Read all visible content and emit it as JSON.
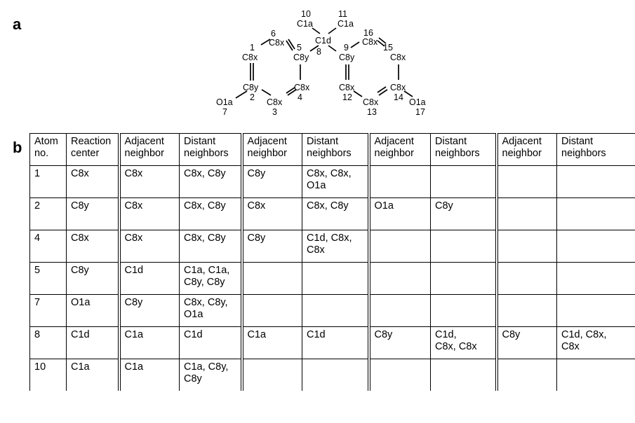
{
  "panels": {
    "a": "a",
    "b": "b"
  },
  "molecule": {
    "labels": {
      "n10": "10",
      "c1a_10": "C1a",
      "n11": "11",
      "c1a_11": "C1a",
      "n6": "6",
      "c8x_6": "C8x",
      "n1": "1",
      "n5": "5",
      "c1d_8": "C1d",
      "n8": "8",
      "n9": "9",
      "n16": "16",
      "c8x_16": "C8x",
      "n15": "15",
      "c8x_1": "C8x",
      "c8y_5": "C8y",
      "c8y_9": "C8y",
      "c8x_15": "C8x",
      "c8y_2": "C8y",
      "c8x_4": "C8x",
      "c8x_12": "C8x",
      "c8x_14": "C8x",
      "o1a_7": "O1a",
      "n2": "2",
      "c8x_3": "C8x",
      "n4": "4",
      "n12": "12",
      "c8x_13": "C8x",
      "n14": "14",
      "o1a_17": "O1a",
      "n7": "7",
      "n3": "3",
      "n13": "13",
      "n17": "17"
    }
  },
  "table": {
    "headers": [
      [
        "Atom",
        "no."
      ],
      [
        "Reaction",
        "center"
      ],
      [
        "Adjacent",
        "neighbor"
      ],
      [
        "Distant",
        "neighbors"
      ],
      [
        "Adjacent",
        "neighbor"
      ],
      [
        "Distant",
        "neighbors"
      ],
      [
        "Adjacent",
        "neighbor"
      ],
      [
        "Distant",
        "neighbors"
      ],
      [
        "Adjacent",
        "neighbor"
      ],
      [
        "Distant",
        "neighbors"
      ]
    ],
    "rows": [
      [
        [
          "1"
        ],
        [
          "C8x"
        ],
        [
          "C8x"
        ],
        [
          "C8x, C8y"
        ],
        [
          "C8y"
        ],
        [
          "C8x, C8x,",
          "O1a"
        ],
        [
          ""
        ],
        [
          ""
        ],
        [
          ""
        ],
        [
          ""
        ]
      ],
      [
        [
          "2"
        ],
        [
          "C8y"
        ],
        [
          "C8x"
        ],
        [
          "C8x, C8y"
        ],
        [
          "C8x"
        ],
        [
          "C8x, C8y"
        ],
        [
          "O1a"
        ],
        [
          "C8y"
        ],
        [
          ""
        ],
        [
          ""
        ]
      ],
      [
        [
          "4"
        ],
        [
          "C8x"
        ],
        [
          "C8x"
        ],
        [
          "C8x, C8y"
        ],
        [
          "C8y"
        ],
        [
          "C1d, C8x,",
          "C8x"
        ],
        [
          ""
        ],
        [
          ""
        ],
        [
          ""
        ],
        [
          ""
        ]
      ],
      [
        [
          "5"
        ],
        [
          "C8y"
        ],
        [
          "C1d"
        ],
        [
          "C1a, C1a,",
          "C8y, C8y"
        ],
        [
          ""
        ],
        [
          ""
        ],
        [
          ""
        ],
        [
          ""
        ],
        [
          ""
        ],
        [
          ""
        ]
      ],
      [
        [
          "7"
        ],
        [
          "O1a"
        ],
        [
          "C8y"
        ],
        [
          "C8x, C8y,",
          "O1a"
        ],
        [
          ""
        ],
        [
          ""
        ],
        [
          ""
        ],
        [
          ""
        ],
        [
          ""
        ],
        [
          ""
        ]
      ],
      [
        [
          "8"
        ],
        [
          "C1d"
        ],
        [
          "C1a"
        ],
        [
          "C1d"
        ],
        [
          "C1a"
        ],
        [
          "C1d"
        ],
        [
          "C8y"
        ],
        [
          "C1d,",
          "C8x, C8x"
        ],
        [
          "C8y"
        ],
        [
          "C1d, C8x,",
          "C8x"
        ]
      ],
      [
        [
          "10"
        ],
        [
          "C1a"
        ],
        [
          "C1a"
        ],
        [
          "C1a, C8y,",
          "C8y"
        ],
        [
          ""
        ],
        [
          ""
        ],
        [
          ""
        ],
        [
          ""
        ],
        [
          ""
        ],
        [
          ""
        ]
      ]
    ]
  }
}
